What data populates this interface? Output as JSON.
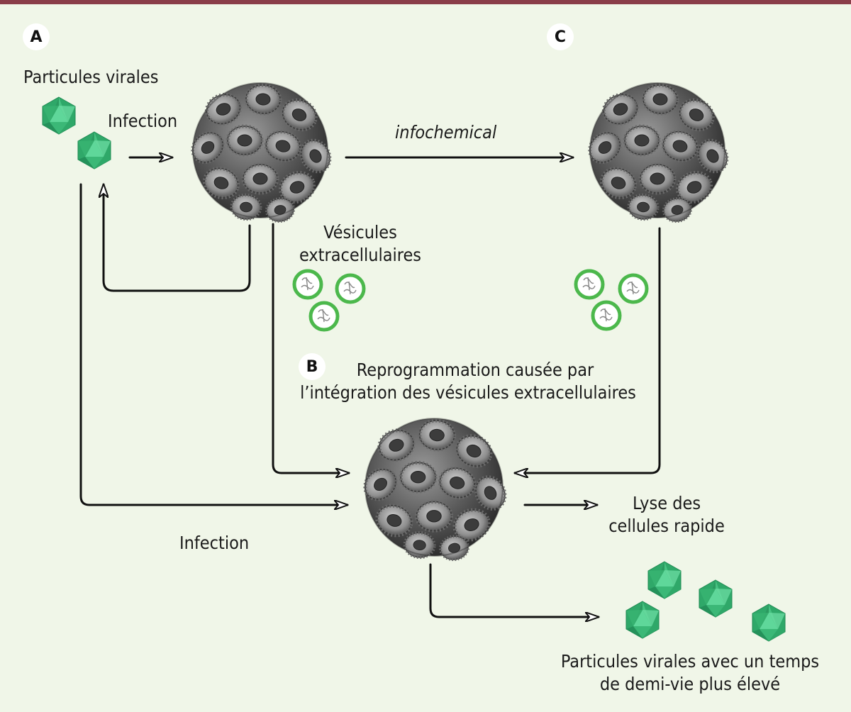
{
  "panels": {
    "a": "A",
    "b": "B",
    "c": "C"
  },
  "labels": {
    "viral_particles": "Particules virales",
    "infection_top": "Infection",
    "infochemical": "infochemical",
    "vesicles_line1": "Vésicules",
    "vesicles_line2": "extracellulaires",
    "reprogramming_line1": "Reprogrammation causée par",
    "reprogramming_line2": "l’intégration des vésicules extracellulaires",
    "infection_bottom": "Infection",
    "lysis_line1": "Lyse des",
    "lysis_line2": "cellules rapide",
    "result_line1": "Particules virales avec un temps",
    "result_line2": "de demi-vie plus élevé"
  },
  "colors": {
    "background": "#f0f6e8",
    "top_bar": "#8a3d49",
    "virus_green": "#3fbf7f",
    "vesicle_ring": "#4cb84c",
    "cell_gray": "#5e5e5e"
  },
  "icons": {
    "virus": "icosahedral-virus-icon",
    "cell": "coccolithophore-cell-icon",
    "vesicle": "extracellular-vesicle-icon"
  }
}
